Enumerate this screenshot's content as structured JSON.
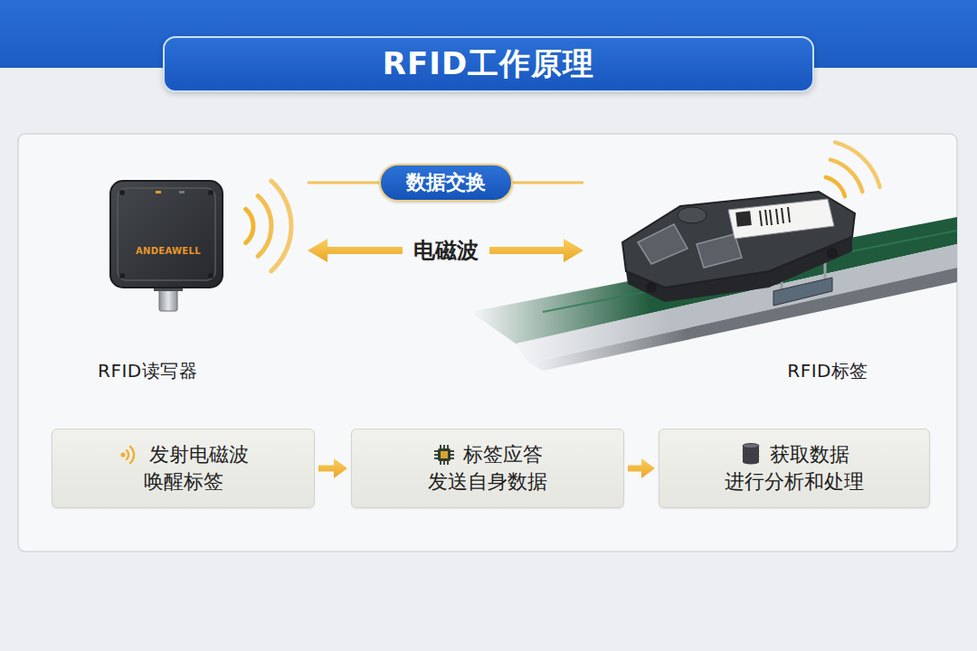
{
  "diagram": {
    "title": "RFID工作原理",
    "nodes": [
      {
        "text": [
          "RFID读写器"
        ]
      },
      {
        "text": [
          "RFID标签"
        ]
      },
      {
        "text": [
          "发射电磁波",
          "唤醒标签"
        ]
      },
      {
        "text": [
          "标签应答",
          "发送自身数据"
        ]
      },
      {
        "text": [
          "获取数据",
          "进行分析和处理"
        ]
      }
    ],
    "edges": [
      {
        "from": 0,
        "to": 1,
        "label": "数据交换",
        "arrow": "none"
      },
      {
        "from": 0,
        "to": 1,
        "label": "电磁波",
        "arrow": "both"
      },
      {
        "from": 2,
        "to": 3,
        "arrow": "to"
      },
      {
        "from": 3,
        "to": 4,
        "arrow": "to"
      }
    ],
    "labels": [
      "ANDEAWELL"
    ]
  }
}
